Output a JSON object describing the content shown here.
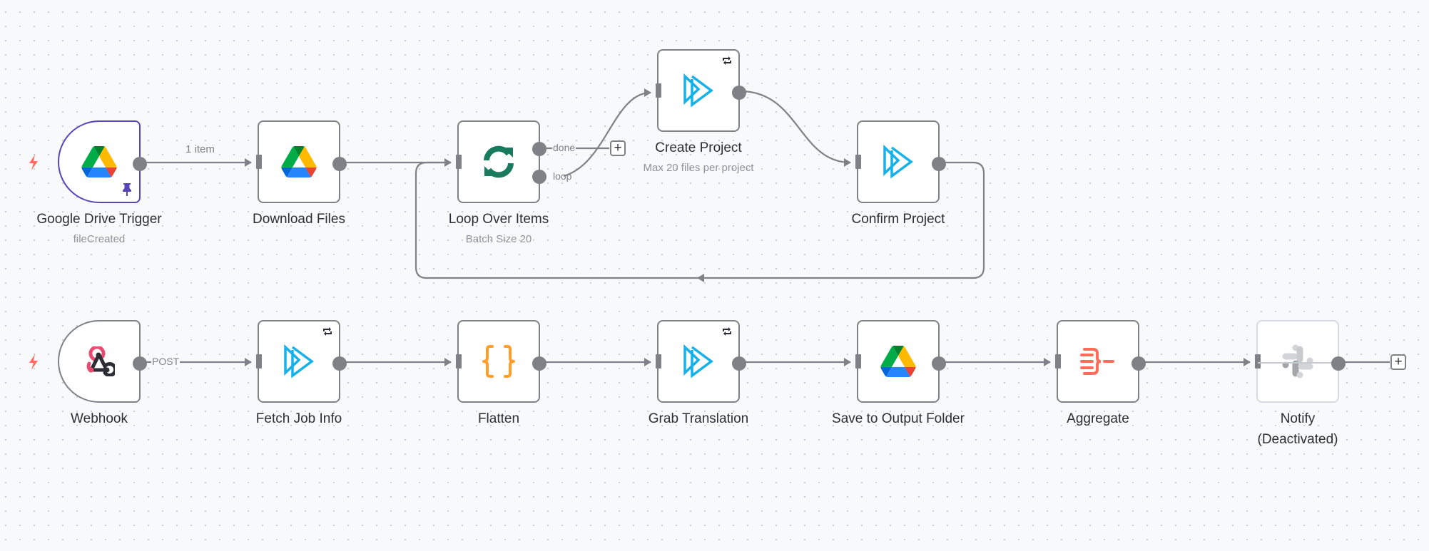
{
  "canvas": {
    "background": "#f8f9fb",
    "edge_color": "#7e8186",
    "pinned_color": "#5545b8",
    "trigger_bolt_color": "#ff6d5a"
  },
  "nodes": [
    {
      "id": "google-drive-trigger",
      "title": "Google Drive Trigger",
      "subtitle": "fileCreated",
      "icon": "google-drive-icon",
      "trigger": true,
      "pinned": true
    },
    {
      "id": "download-files",
      "title": "Download Files",
      "subtitle": "",
      "icon": "google-drive-icon"
    },
    {
      "id": "loop-over-items",
      "title": "Loop Over Items",
      "subtitle": "Batch Size 20",
      "icon": "loop-icon",
      "outputs": [
        "done",
        "loop"
      ]
    },
    {
      "id": "create-project",
      "title": "Create Project",
      "subtitle": "Max 20 files per project",
      "icon": "xtm-icon",
      "retry": true
    },
    {
      "id": "confirm-project",
      "title": "Confirm Project",
      "subtitle": "",
      "icon": "xtm-icon"
    },
    {
      "id": "webhook",
      "title": "Webhook",
      "subtitle": "",
      "icon": "webhook-icon",
      "trigger": true
    },
    {
      "id": "fetch-job-info",
      "title": "Fetch Job Info",
      "subtitle": "",
      "icon": "xtm-icon",
      "retry": true
    },
    {
      "id": "flatten",
      "title": "Flatten",
      "subtitle": "",
      "icon": "code-braces-icon"
    },
    {
      "id": "grab-translation",
      "title": "Grab Translation",
      "subtitle": "",
      "icon": "xtm-icon",
      "retry": true
    },
    {
      "id": "save-to-output-folder",
      "title": "Save to Output Folder",
      "subtitle": "",
      "icon": "google-drive-icon"
    },
    {
      "id": "aggregate",
      "title": "Aggregate",
      "subtitle": "",
      "icon": "aggregate-icon"
    },
    {
      "id": "notify",
      "title": "Notify",
      "title_line2": "(Deactivated)",
      "subtitle": "",
      "icon": "slack-icon",
      "disabled": true
    }
  ],
  "connections": [
    {
      "from": "google-drive-trigger",
      "to": "download-files",
      "label": "1 item"
    },
    {
      "from": "download-files",
      "to": "loop-over-items",
      "label": ""
    },
    {
      "from": "loop-over-items",
      "output": "loop",
      "to": "create-project",
      "label": ""
    },
    {
      "from": "create-project",
      "to": "confirm-project",
      "label": ""
    },
    {
      "from": "confirm-project",
      "to": "loop-over-items",
      "label": ""
    },
    {
      "from": "webhook",
      "to": "fetch-job-info",
      "label": "POST"
    },
    {
      "from": "fetch-job-info",
      "to": "flatten",
      "label": ""
    },
    {
      "from": "flatten",
      "to": "grab-translation",
      "label": ""
    },
    {
      "from": "grab-translation",
      "to": "save-to-output-folder",
      "label": ""
    },
    {
      "from": "save-to-output-folder",
      "to": "aggregate",
      "label": ""
    },
    {
      "from": "aggregate",
      "to": "notify",
      "label": ""
    }
  ],
  "output_labels": {
    "done": "done",
    "loop": "loop"
  },
  "edge_labels": {
    "trigger_to_download": "1 item",
    "webhook_to_fetch": "POST"
  },
  "add_buttons": {
    "symbol": "+"
  }
}
